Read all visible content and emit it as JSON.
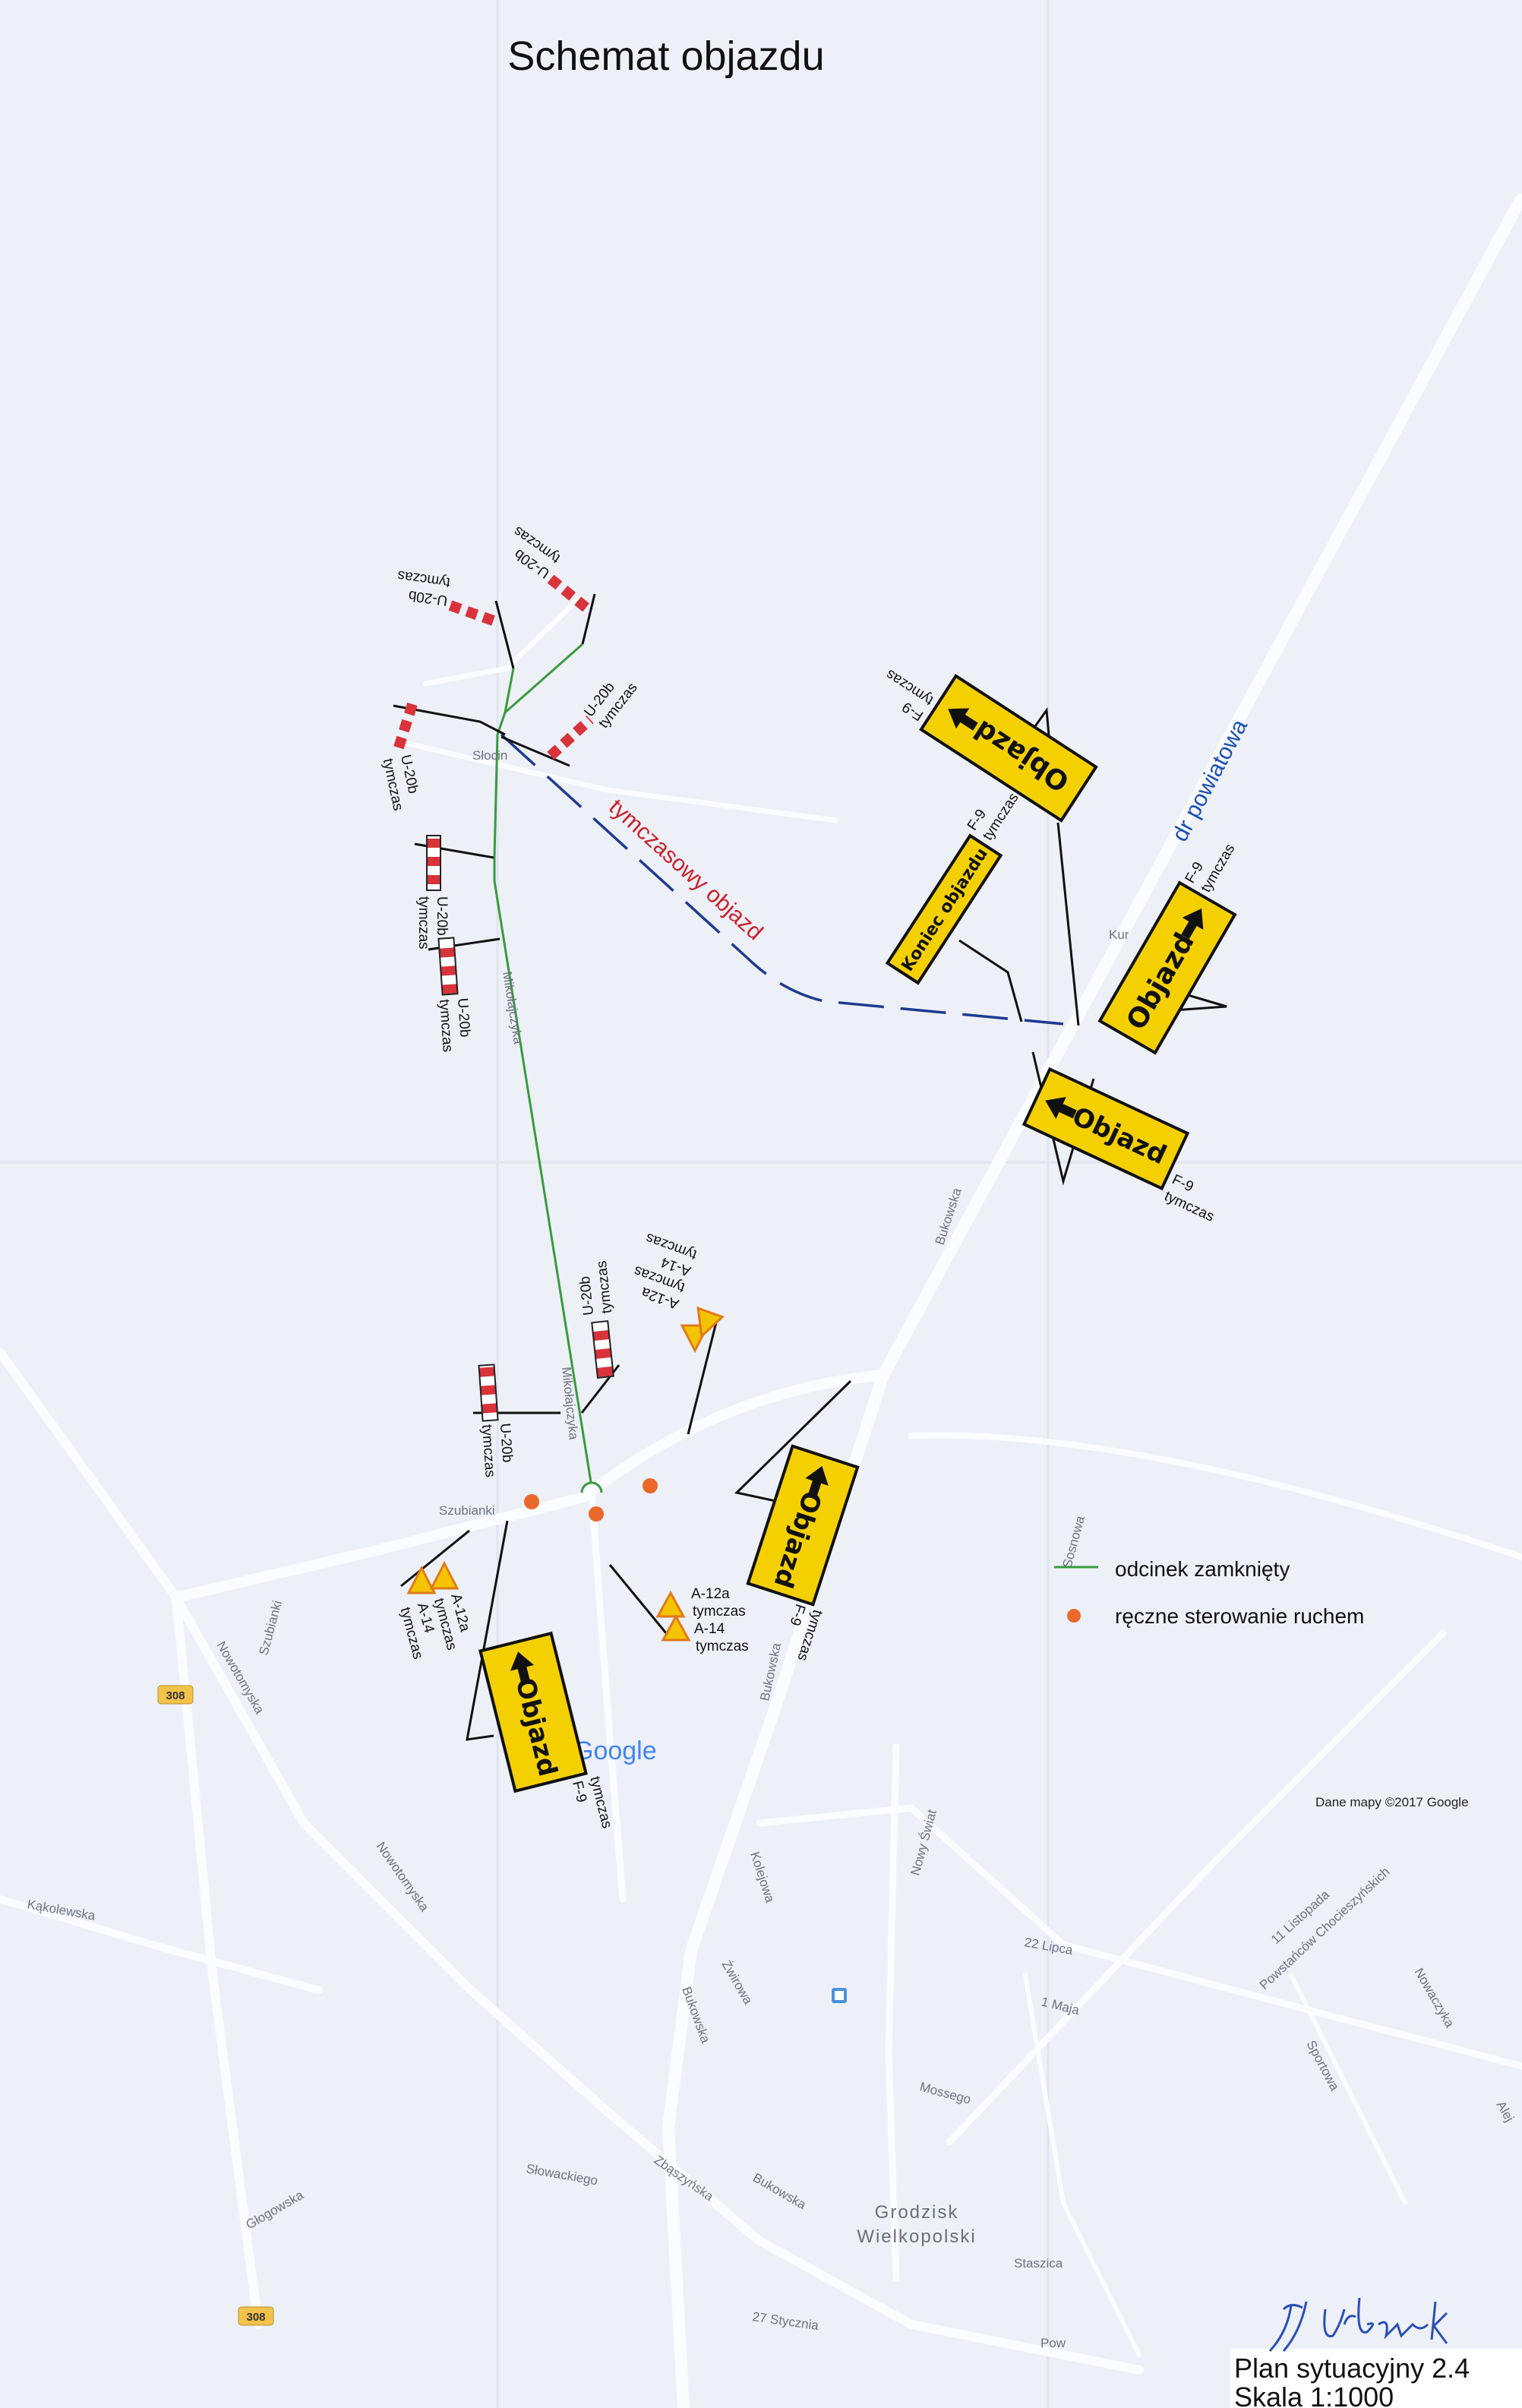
{
  "title": "Schemat objazdu",
  "route_labels": {
    "detour": "tymczasowy objazd",
    "county_road": "dr powiatowa"
  },
  "signs": {
    "objazd_label": "Objazd",
    "koniec_label": "Koniec objazdu",
    "f9_code": "F-9",
    "u20b_code": "U-20b",
    "a12a_code": "A-12a",
    "a14_code": "A-14",
    "temporary": "tymczas"
  },
  "legend": {
    "closed_section": "odcinek zamknięty",
    "manual_traffic_control": "ręczne sterowanie ruchem"
  },
  "streets": [
    "Słocin",
    "Mikołajczyka",
    "Mikołajczyka",
    "Kur",
    "Bukowska",
    "Sosnowa",
    "Szubianki",
    "Szubianki",
    "Nowotomyska",
    "Nowotomyska",
    "Kąkolewska",
    "Bukowska",
    "Kolejowa",
    "Nowy Świat",
    "Żwirowa",
    "Bukowska",
    "22 Lipca",
    "1 Maja",
    "11 Listopada",
    "Powstańców Chocieszyńskich",
    "Nowaczyka",
    "Sportowa",
    "Mossego",
    "Słowackiego",
    "Zbąszyńska",
    "Bukowska",
    "Głogowska",
    "Staszica",
    "27 Stycznia",
    "Alej",
    "Pow"
  ],
  "town": {
    "line1": "Grodzisk",
    "line2": "Wielkopolski"
  },
  "road_badge": "308",
  "map_logo": "Google",
  "map_attribution": "Dane mapy ©2017 Google",
  "footer": {
    "plan": "Plan sytuacyjny 2.4",
    "scale": "Skala 1:1000",
    "signature": "J.Urbaniak"
  },
  "colors": {
    "closed_section": "#3a9a3e",
    "detour_line": "#1f3a8f",
    "detour_text": "#c8202a",
    "manual_control_dot": "#e8692a",
    "sign_yellow": "#f5d000",
    "barrier_red": "#d8333b"
  }
}
